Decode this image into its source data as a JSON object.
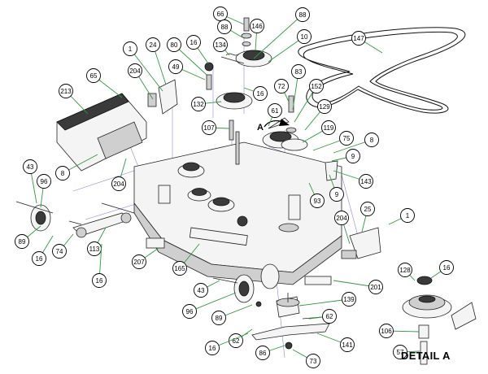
{
  "detail_label": "DETAIL A",
  "view_marker": "A",
  "callouts": [
    "66",
    "88",
    "146",
    "88",
    "10",
    "147",
    "134",
    "16",
    "80",
    "24",
    "1",
    "49",
    "65",
    "204",
    "213",
    "16",
    "72",
    "83",
    "152",
    "132",
    "61",
    "129",
    "107",
    "119",
    "75",
    "8",
    "9",
    "143",
    "8",
    "204",
    "9",
    "93",
    "43",
    "96",
    "1",
    "25",
    "204",
    "89",
    "16",
    "74",
    "113",
    "207",
    "165",
    "16",
    "128",
    "16",
    "201",
    "43",
    "139",
    "62",
    "96",
    "89",
    "106",
    "62",
    "16",
    "86",
    "73",
    "141",
    "57"
  ],
  "colors": {
    "leader": "#2e9a3e",
    "guide": "#6a6ad0",
    "outline": "#222222"
  }
}
